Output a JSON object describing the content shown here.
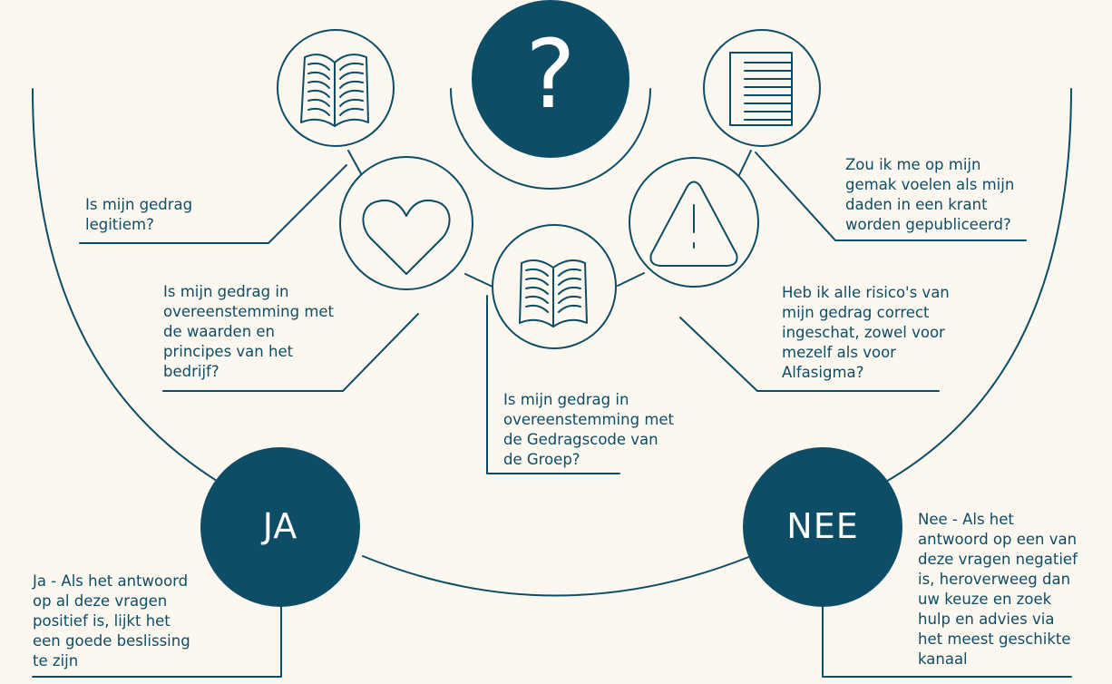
{
  "colors": {
    "primary": "#0d4d66",
    "background": "#fcf8f0",
    "node_text": "#ffffff"
  },
  "center": {
    "symbol": "?",
    "icon": "question-mark"
  },
  "icons": {
    "top_left": "open-book-icon",
    "top_right": "document-lines-icon",
    "middle_left": "heart-icon",
    "middle_center": "open-book-icon",
    "middle_right": "warning-triangle-icon"
  },
  "questions": {
    "legitimate": "Is mijn gedrag\nlegitiem?",
    "values": "Is mijn gedrag in\novereenstemming met\nde waarden en\nprincipes van het\nbedrijf?",
    "code": "Is mijn gedrag in\novereenstemming met\nde Gedragscode van\nde Groep?",
    "newspaper": "Zou ik me op mijn\ngemak voelen als mijn\ndaden in een krant\nworden gepubliceerd?",
    "risks": "Heb ik alle risico's van\nmijn gedrag correct\ningeschat, zowel voor\nmezelf als voor\nAlfasigma?"
  },
  "outcomes": {
    "yes": {
      "label": "JA",
      "text": "Ja - Als het antwoord\nop al deze vragen\npositief is, lijkt het\neen goede beslissing\nte zijn"
    },
    "no": {
      "label": "NEE",
      "text": "Nee - Als het\nantwoord op een van\ndeze vragen negatief\nis, heroverweeg dan\nuw keuze en zoek\nhulp en advies via\nhet meest geschikte\nkanaal"
    }
  }
}
